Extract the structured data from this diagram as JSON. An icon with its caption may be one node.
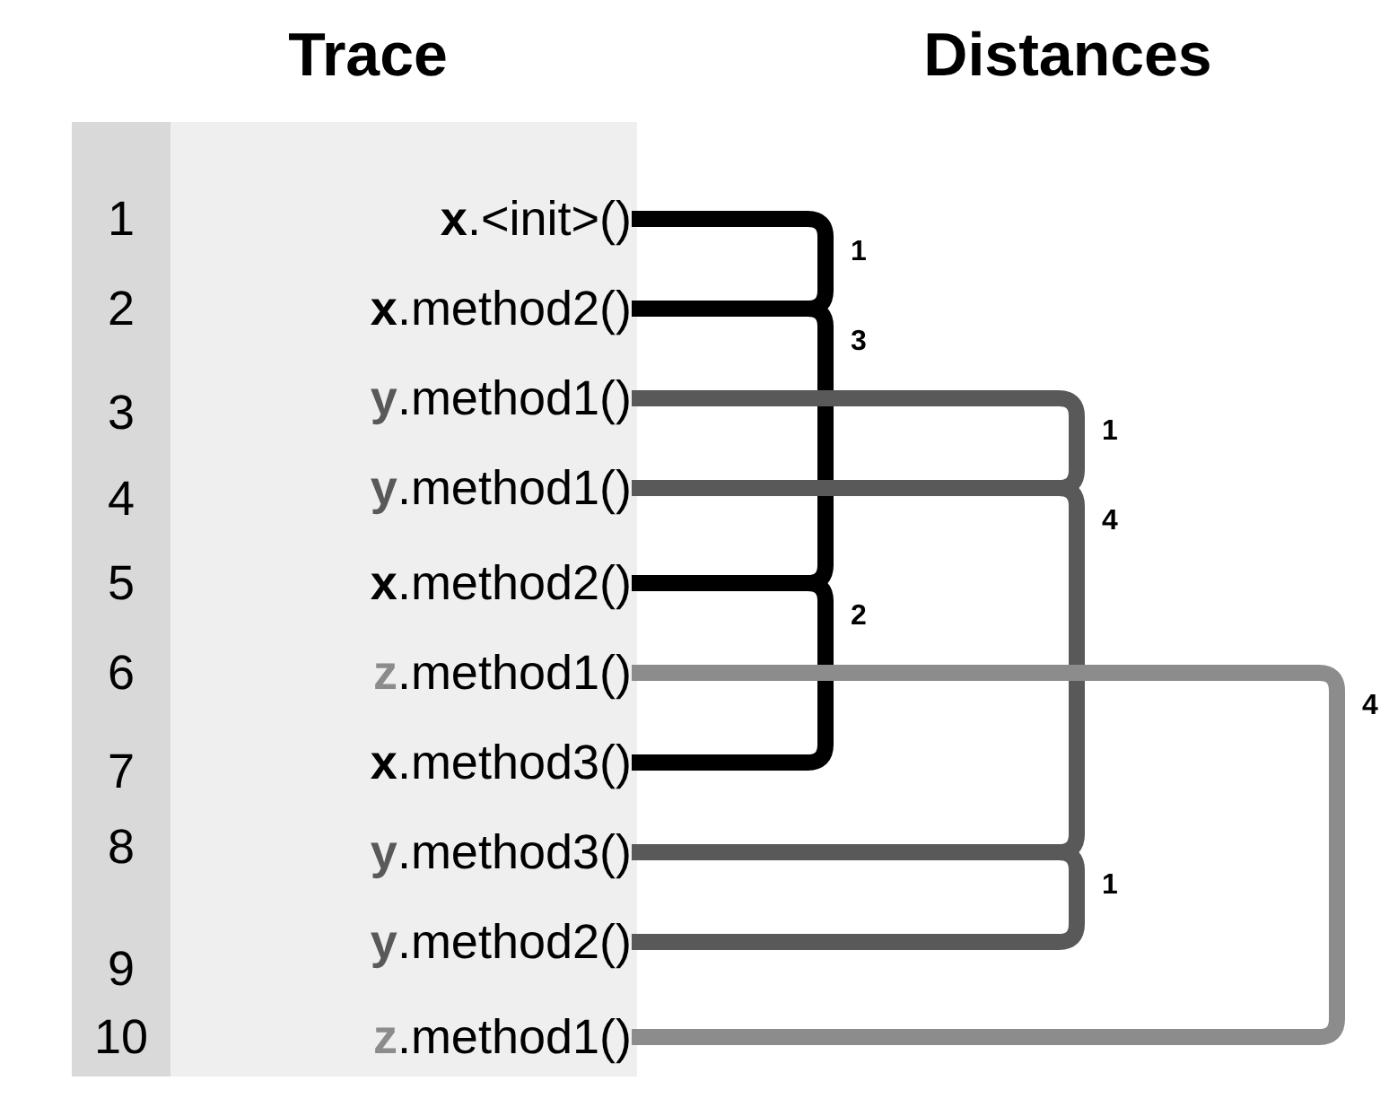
{
  "diagram": {
    "title": "Trace",
    "nodes": [
      {
        "text": [
          "**x**.<init>()"
        ]
      },
      {
        "text": [
          "**x**.method2()"
        ]
      },
      {
        "text": [
          "**y**.method1()"
        ]
      },
      {
        "text": [
          "**y**.method1()"
        ]
      },
      {
        "text": [
          "**x**.method2()"
        ]
      },
      {
        "text": [
          "**z**.method1()"
        ]
      },
      {
        "text": [
          "**x**.method3()"
        ]
      },
      {
        "text": [
          "**y**.method3()"
        ]
      },
      {
        "text": [
          "**y**.method2()"
        ]
      },
      {
        "text": [
          "**z**.method1()"
        ]
      }
    ],
    "edges": [
      {
        "from": 0,
        "to": 1,
        "arrow": "none",
        "label": "1",
        "color": "#000000"
      },
      {
        "from": 1,
        "to": 4,
        "arrow": "none",
        "label": "3",
        "color": "#000000"
      },
      {
        "from": 4,
        "to": 6,
        "arrow": "none",
        "label": "2",
        "color": "#000000"
      },
      {
        "from": 2,
        "to": 3,
        "arrow": "none",
        "label": "1",
        "color": "#595959"
      },
      {
        "from": 3,
        "to": 7,
        "arrow": "none",
        "label": "4",
        "color": "#595959"
      },
      {
        "from": 7,
        "to": 8,
        "arrow": "none",
        "label": "1",
        "color": "#595959"
      },
      {
        "from": 5,
        "to": 9,
        "arrow": "none",
        "label": "4",
        "color": "#8c8c8c"
      }
    ],
    "labels": [
      "Distances",
      "1",
      "2",
      "3",
      "4",
      "5",
      "6",
      "7",
      "8",
      "9",
      "10"
    ]
  }
}
